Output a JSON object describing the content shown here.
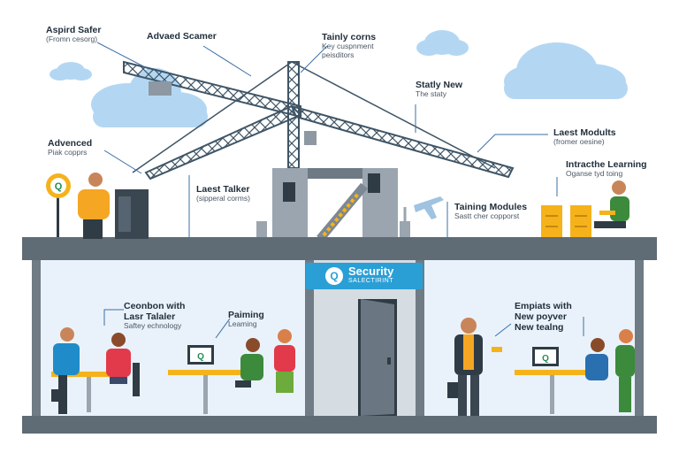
{
  "labels": {
    "aspired_safer": {
      "title": "Aspird Safer",
      "sub": "(Fromn cesorg)"
    },
    "advaced_scaner": {
      "title": "Advaed Scamer"
    },
    "tainly_corns": {
      "title": "Tainly corns",
      "sub": "Key cuspnment\npeisditors"
    },
    "statly_new": {
      "title": "Statly New",
      "sub": "The staty"
    },
    "advenced": {
      "title": "Advenced",
      "sub": "Piak copprs"
    },
    "laest_modules": {
      "title": "Laest Modults",
      "sub": "(fromer oesine)"
    },
    "intractive_learning": {
      "title": "Intracthe Learning",
      "sub": "Oganse tyd toing"
    },
    "laest_talker": {
      "title": "Laest Talker",
      "sub": "(sipperal corms)"
    },
    "taining_modules": {
      "title": "Taining Modules",
      "sub": "Sastt cher copporst"
    },
    "ceonbon": {
      "title": "Ceonbon with",
      "sub_title": "Lasr Talaler",
      "sub": "Saftey echnology"
    },
    "pairing": {
      "title": "Paiming",
      "sub": "Leaming"
    },
    "empiats": {
      "title": "Empiats with",
      "sub_title": "New poyver",
      "sub": "New tealng"
    }
  },
  "security_sign": {
    "icon": "Q",
    "title": "Security",
    "subtitle": "SALECTIRINT"
  },
  "colors": {
    "accent": "#2a9fd6",
    "cloud": "#b3d7f3",
    "truss": "#3f5566",
    "floor": "#5f6b75",
    "room_bg": "#e9f2fa",
    "yellow": "#f5b21a"
  },
  "icons": [
    "cloud-icon",
    "crane-truss",
    "scanner-gate",
    "badge-sign-icon",
    "airplane-icon",
    "door-icon",
    "monitor-icon"
  ]
}
